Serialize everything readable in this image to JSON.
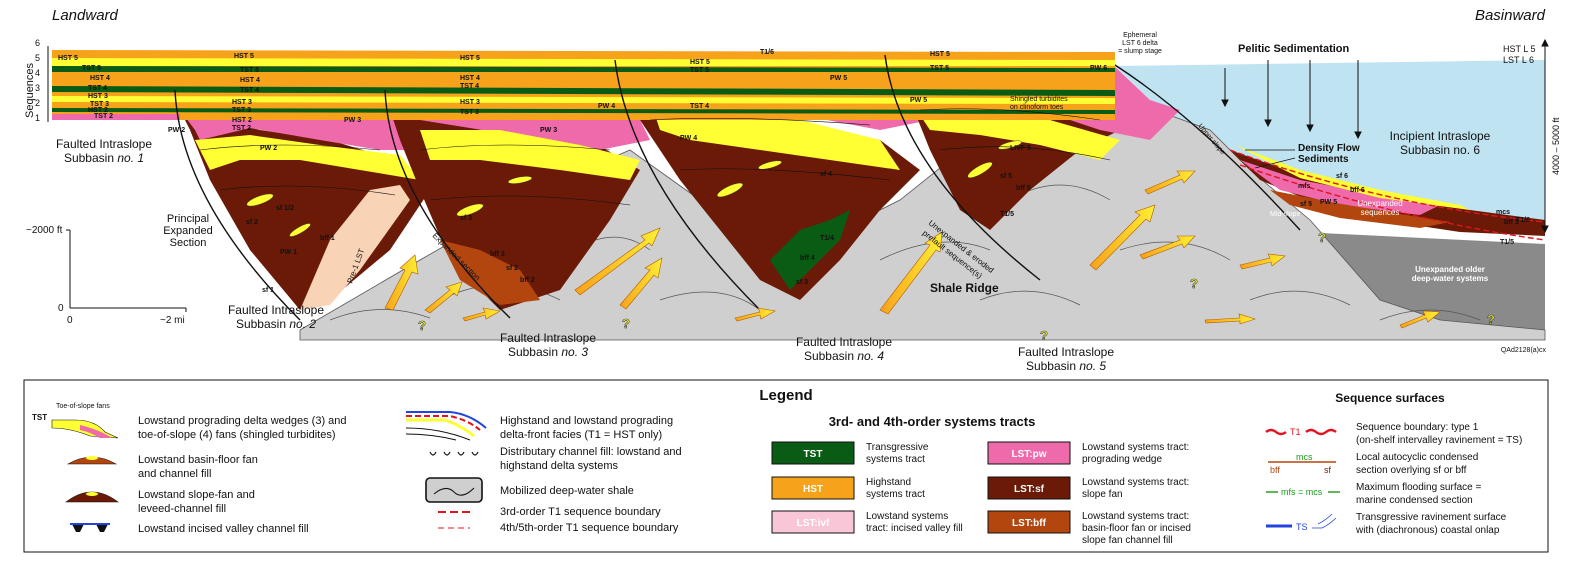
{
  "header": {
    "left_label": "Landward",
    "right_label": "Basinward"
  },
  "sequence_axis": {
    "label": "Sequences",
    "ticks": [
      "1",
      "2",
      "3",
      "4",
      "5",
      "6"
    ]
  },
  "scale_bar": {
    "vertical_label": "~2000 ft",
    "zero_label": "0",
    "x_zero": "0",
    "x_end": "~2 mi"
  },
  "right_labels": {
    "hst_l5": "HST L 5",
    "lst_l6": "LST L 6",
    "depth": "4000 – 5000 ft"
  },
  "annotations": {
    "pelitic": "Pelitic Sedimentation",
    "ephemeral_1": "Ephemeral",
    "ephemeral_2": "LST 6 delta",
    "ephemeral_3": "= slump stage",
    "density_1": "Density Flow",
    "density_2": "Sediments",
    "incipient_1": "Incipient Intraslope",
    "incipient_2": "Subbasin no. 6",
    "principal_1": "Principal",
    "principal_2": "Expanded",
    "principal_3": "Section",
    "shale_ridge": "Shale Ridge",
    "unexpanded_older_1": "Unexpanded older",
    "unexpanded_older_2": "deep-water systems",
    "upper_slope": "Upper slope",
    "mid_slope": "Mid-slope",
    "shingled_1": "Shingled turbidites",
    "shingled_2": "on clinoform toes",
    "unexpanded_eroded_1": "Unexpanded & eroded",
    "unexpanded_eroded_2": "prefault sequence(s)",
    "expanded_section": "Expanded section",
    "pre1lst": "Pre-1 LST",
    "unexpanded_seq_1": "Unexpanded",
    "unexpanded_seq_2": "sequences",
    "code": "QAd2128(a)cx"
  },
  "subbasins": [
    {
      "l1": "Faulted Intraslope",
      "l2": "Subbasin",
      "num": "no. 1"
    },
    {
      "l1": "Faulted Intraslope",
      "l2": "Subbasin",
      "num": "no. 2"
    },
    {
      "l1": "Faulted Intraslope",
      "l2": "Subbasin",
      "num": "no. 3"
    },
    {
      "l1": "Faulted Intraslope",
      "l2": "Subbasin",
      "num": "no. 4"
    },
    {
      "l1": "Faulted Intraslope",
      "l2": "Subbasin",
      "num": "no. 5"
    }
  ],
  "tract_labels": {
    "b1": [
      "HST 5",
      "TST 5",
      "HST 4",
      "TST 4",
      "HST 3",
      "TST 3",
      "HST 2",
      "TST 2",
      "PW 2"
    ],
    "b2": [
      "HST 5",
      "TST 5",
      "HST 4",
      "TST 4",
      "HST 3",
      "TST 3",
      "HST 2",
      "TST 2",
      "PW 2",
      "PW 3",
      "sf 2",
      "sf 1/2",
      "PW 1",
      "sf 1",
      "bff 1"
    ],
    "b3": [
      "HST 5",
      "HST 4",
      "TST 4",
      "HST 3",
      "TST 3",
      "PW 3",
      "PW 4",
      "sf 3",
      "bff 3",
      "sf 2",
      "bff 2"
    ],
    "b4": [
      "T1/6",
      "HST 5",
      "TST 5",
      "TST 4",
      "PW 4",
      "PW 5",
      "sf 4",
      "bff 4",
      "T1/4",
      "sf 3"
    ],
    "b5": [
      "HST 5",
      "TST 5",
      "PW 5",
      "PW 6",
      "sf 5",
      "bff 5",
      "T1/5",
      "LIVF 5"
    ],
    "b6": [
      "sf 6",
      "bff 6",
      "mfs",
      "sf 5",
      "PW 5",
      "mcs",
      "bff 1",
      "T1/6",
      "T1/5"
    ]
  },
  "legend": {
    "title": "Legend",
    "tst_label": "TST",
    "toe_label": "Toe-of-slope fans",
    "lowstand_delta_1": "Lowstand prograding delta wedges (3) and",
    "lowstand_delta_2": "toe-of-slope (4) fans (shingled turbidites)",
    "bff_1": "Lowstand basin-floor fan",
    "bff_2": "and channel fill",
    "slope_fan_1": "Lowstand slope-fan and",
    "slope_fan_2": "leveed-channel fill",
    "incised": "Lowstand incised valley channel fill",
    "hs_1": "Highstand and lowstand prograding",
    "hs_2": "delta-front facies (T1 = HST only)",
    "dist_1": "Distributary channel fill: lowstand and",
    "dist_2": "highstand delta systems",
    "shale": "Mobilized deep-water shale",
    "b3rd": "3rd-order T1 sequence boundary",
    "b4th": "4th/5th-order T1 sequence boundary",
    "systems_title": "3rd- and 4th-order systems tracts",
    "boxes": [
      {
        "code": "TST",
        "d1": "Transgressive",
        "d2": "systems tract",
        "d3": "",
        "color": "#0a5c14",
        "text_color": "#ffffff"
      },
      {
        "code": "HST",
        "d1": "Highstand",
        "d2": "systems tract",
        "d3": "",
        "color": "#f7a21b",
        "text_color": "#ffffff"
      },
      {
        "code": "LST:ivf",
        "d1": "Lowstand systems",
        "d2": "tract: incised valley fill",
        "d3": "",
        "color": "#f9c6d8",
        "text_color": "#ffffff"
      },
      {
        "code": "LST:pw",
        "d1": "Lowstand systems tract:",
        "d2": "prograding wedge",
        "d3": "",
        "color": "#ee6aaa",
        "text_color": "#ffffff"
      },
      {
        "code": "LST:sf",
        "d1": "Lowstand systems tract:",
        "d2": "slope fan",
        "d3": "",
        "color": "#6b1a08",
        "text_color": "#ffffff"
      },
      {
        "code": "LST:bff",
        "d1": "Lowstand systems tract:",
        "d2": "basin-floor fan or incised",
        "d3": "slope fan channel fill",
        "color": "#b3460f",
        "text_color": "#ffffff"
      }
    ],
    "surfaces_title": "Sequence surfaces",
    "t1_sym": "T1",
    "sb1": "Sequence boundary: type 1",
    "sb2": "(on-shelf intervalley ravinement = TS)",
    "mcs": "mcs",
    "bff": "bff",
    "sf": "sf",
    "lc1": "Local autocyclic condensed",
    "lc2": "section overlying sf or bff",
    "mfs_sym": "mfs = mcs",
    "mf1": "Maximum flooding surface =",
    "mf2": "marine condensed section",
    "ts_sym": "TS",
    "tr1": "Transgressive ravinement surface",
    "tr2": "with (diachronous) coastal onlap"
  },
  "colors": {
    "tst": "#0a5c14",
    "hst": "#f7a21b",
    "ivf": "#f9c6d8",
    "pw": "#ee6aaa",
    "sf": "#6b1a08",
    "bff": "#b3460f",
    "shale": "#cfcfcf",
    "older": "#8a8a8a",
    "water": "#bfe3f0",
    "sand": "#ffff33",
    "boundary": "#e0141e"
  }
}
